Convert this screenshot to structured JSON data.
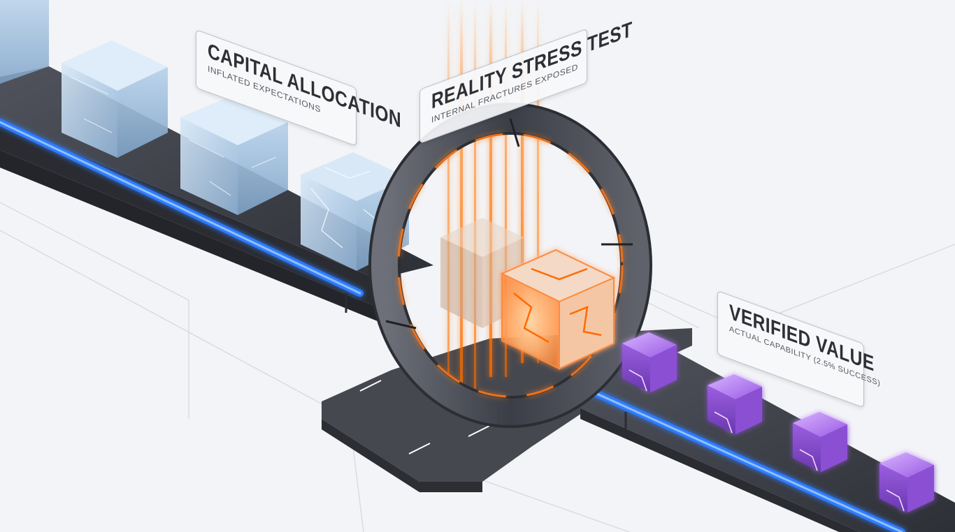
{
  "labels": {
    "capital": {
      "title": "CAPITAL ALLOCATION",
      "subtitle": "INFLATED EXPECTATIONS"
    },
    "reality": {
      "title": "REALITY STRESS TEST",
      "subtitle": "INTERNAL FRACTURES EXPOSED"
    },
    "verified": {
      "title": "VERIFIED VALUE",
      "subtitle": "ACTUAL CAPABILITY (2.5% SUCCESS)"
    }
  },
  "colors": {
    "background": "#f3f4f7",
    "belt": "#3a3d45",
    "belt_glow": "#2f7bff",
    "ice_cube": "#a9c8e6",
    "scan_beam": "#ff7a1a",
    "valid_cube": "#a35ae6",
    "ring": "#4a4d55"
  }
}
